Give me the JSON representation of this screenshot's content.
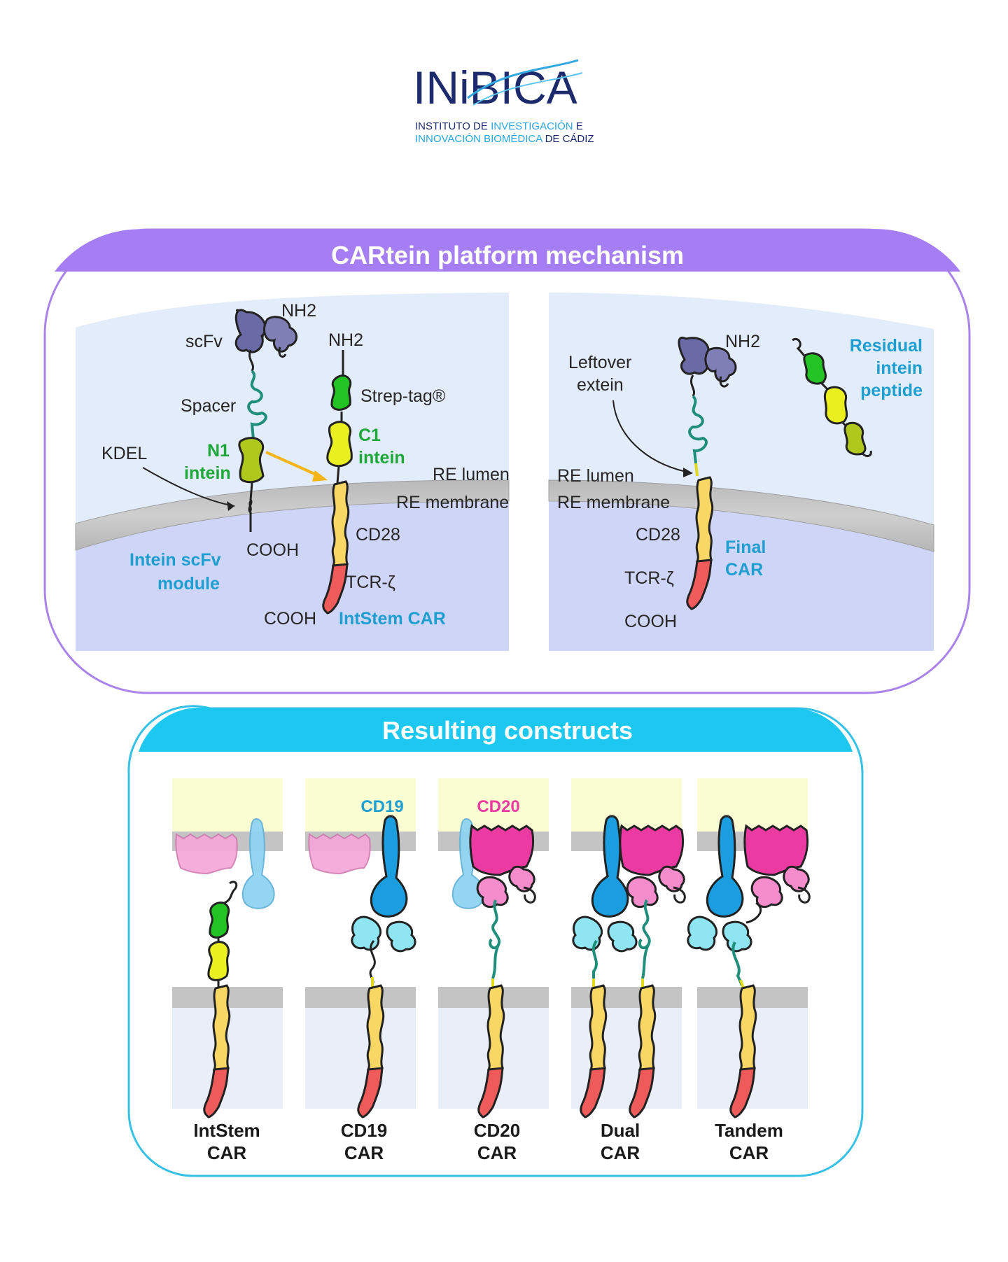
{
  "logo": {
    "wordmark": "INiBICA",
    "line1_a": "INSTITUTO DE ",
    "line1_b": "INVESTIGACIÓN",
    "line1_c": " E",
    "line2_a": "INNOVACIÓN BIOMÉDICA",
    "line2_b": " DE CÁDIZ"
  },
  "mechanism": {
    "title": "CARtein platform mechanism",
    "left": {
      "nh2_a": "NH2",
      "nh2_b": "NH2",
      "scfv": "scFv",
      "spacer": "Spacer",
      "kdel": "KDEL",
      "n1": "N1",
      "n1_sub": "intein",
      "strep": "Strep-tag®",
      "c1": "C1",
      "c1_sub": "intein",
      "re_lumen": "RE lumen",
      "re_membrane": "RE membrane",
      "cooh_a": "COOH",
      "cooh_b": "COOH",
      "cd28": "CD28",
      "tcr": "TCR-ζ",
      "module_a": "Intein scFv",
      "module_b": "module",
      "intstem": "IntStem CAR"
    },
    "right": {
      "nh2": "NH2",
      "leftover_a": "Leftover",
      "leftover_b": "extein",
      "residual_a": "Residual",
      "residual_b": "intein",
      "residual_c": "peptide",
      "re_lumen": "RE lumen",
      "re_membrane": "RE membrane",
      "cd28": "CD28",
      "tcr": "TCR-ζ",
      "final_a": "Final",
      "final_b": "CAR",
      "cooh": "COOH"
    }
  },
  "constructs": {
    "title": "Resulting constructs",
    "cd19_tag": "CD19",
    "cd20_tag": "CD20",
    "items": [
      {
        "line1": "IntStem",
        "line2": "CAR"
      },
      {
        "line1": "CD19",
        "line2": "CAR"
      },
      {
        "line1": "CD20",
        "line2": "CAR"
      },
      {
        "line1": "Dual",
        "line2": "CAR"
      },
      {
        "line1": "Tandem",
        "line2": "CAR"
      }
    ]
  },
  "colors": {
    "purple_header": "#a47ef2",
    "cyan_header": "#1cc8ef",
    "strep_green": "#22c322",
    "c1_yellow": "#eaf01f",
    "n1_olive": "#aec81c",
    "cd28_yellow": "#f9d765",
    "tcr_red": "#ef5a5a",
    "cd19_blue": "#1a9ee0",
    "cd20_pink": "#ec3aa3"
  }
}
